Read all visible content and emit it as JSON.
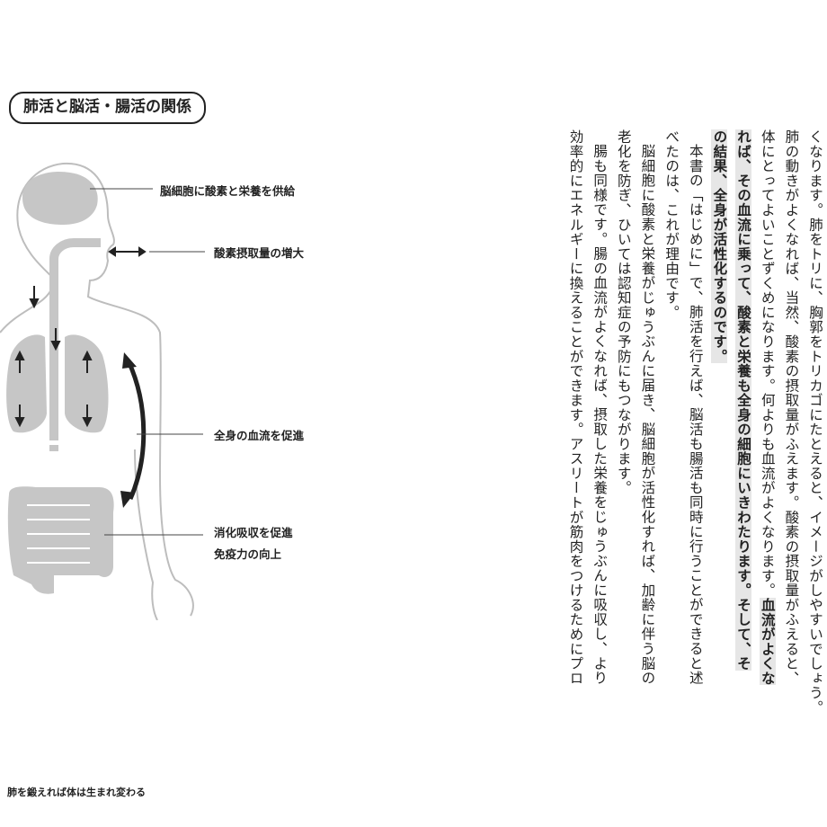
{
  "figure": {
    "title": "肺活と脳活・腸活の関係",
    "labels": {
      "brain": "脳細胞に酸素と栄養を供給",
      "oxygen": "酸素摂取量の増大",
      "blood": "全身の血流を促進",
      "digestion": "消化吸収を促進",
      "immunity": "免疫力の向上"
    }
  },
  "footer": {
    "running_title": "肺を鍛えれば体は生まれ変わる"
  },
  "text": {
    "p1": {
      "l1": "くなります。肺をトリに、胸郭をトリカゴにたとえると、イメージがしやすいでしょう。",
      "l2": "肺の動きがよくなれば、当然、酸素の摂取量がふえます。酸素の摂取量がふえると、",
      "l3": "体にとってよいことずくめになります。何よりも血流がよくなります。",
      "l3_hl": "血流がよくな",
      "l4_hl": "れば、その血流に乗って、酸素と栄養も全身の細胞にいきわたります。そして、そ",
      "l5_hl": "の結果、全身が活性化するのです。"
    },
    "p2": {
      "l1": "本書の「はじめに」で、肺活を行えば、脳活も腸活も同時に行うことができると述",
      "l2": "べたのは、これが理由です。"
    },
    "p3": {
      "l1": "脳細胞に酸素と栄養がじゅうぶんに届き、脳細胞が活性化すれば、加齢に伴う脳の",
      "l2": "老化を防ぎ、ひいては認知症の予防にもつながります。"
    },
    "p4": {
      "l1": "腸も同様です。腸の血流がよくなれば、摂取した栄養をじゅうぶんに吸収し、より",
      "l2": "効率的にエネルギーに換えることができます。アスリートが筋肉をつけるためにプロ"
    }
  }
}
